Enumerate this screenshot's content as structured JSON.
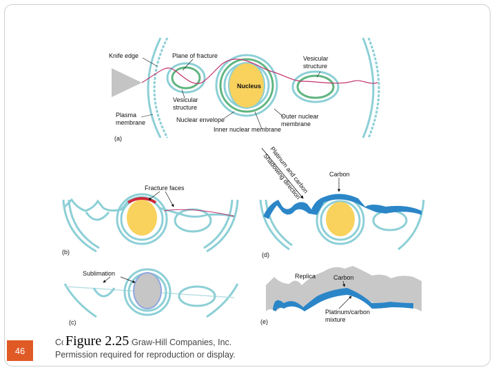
{
  "figure": {
    "caption": "Figure 2.25",
    "slide_number": "46",
    "copyright_line1": "Copyright © The McGraw-Hill Companies, Inc.",
    "copyright_line2": "Permission required for reproduction or display."
  },
  "panel_a": {
    "letter": "(a)",
    "labels": {
      "knife_edge": "Knife edge",
      "plane_of_fracture": "Plane of fracture",
      "vesicular_structure_right_1": "Vesicular",
      "vesicular_structure_right_2": "structure",
      "nucleus": "Nucleus",
      "vesicular_structure_left_1": "Vesicular",
      "vesicular_structure_left_2": "structure",
      "plasma_membrane_1": "Plasma",
      "plasma_membrane_2": "membrane",
      "nuclear_envelope": "Nuclear envelope",
      "outer_nuclear_membrane_1": "Outer nuclear",
      "outer_nuclear_membrane_2": "membrane",
      "inner_nuclear_membrane": "Inner nuclear membrane"
    }
  },
  "panel_b": {
    "letter": "(b)",
    "labels": {
      "fracture_faces": "Fracture faces"
    }
  },
  "panel_c": {
    "letter": "(c)",
    "labels": {
      "sublimation": "Sublimation"
    }
  },
  "panel_d": {
    "letter": "(d)",
    "labels": {
      "platinum_and_carbon": "Platinum and carbon",
      "shadowing_direction": "Shadowing direction",
      "carbon": "Carbon"
    }
  },
  "panel_e": {
    "letter": "(e)",
    "labels": {
      "replica": "Replica",
      "carbon": "Carbon",
      "platinum_carbon_1": "Platinum/carbon",
      "platinum_carbon_2": "mixture"
    }
  },
  "colors": {
    "membrane_teal": "#8ccfd6",
    "nucleus_yellow": "#f8d25c",
    "fracture_red": "#d12a3a",
    "shadow_blue": "#2b86c8",
    "replica_gray": "#c8c8c8",
    "slide_number_bg": "#e05a26"
  }
}
